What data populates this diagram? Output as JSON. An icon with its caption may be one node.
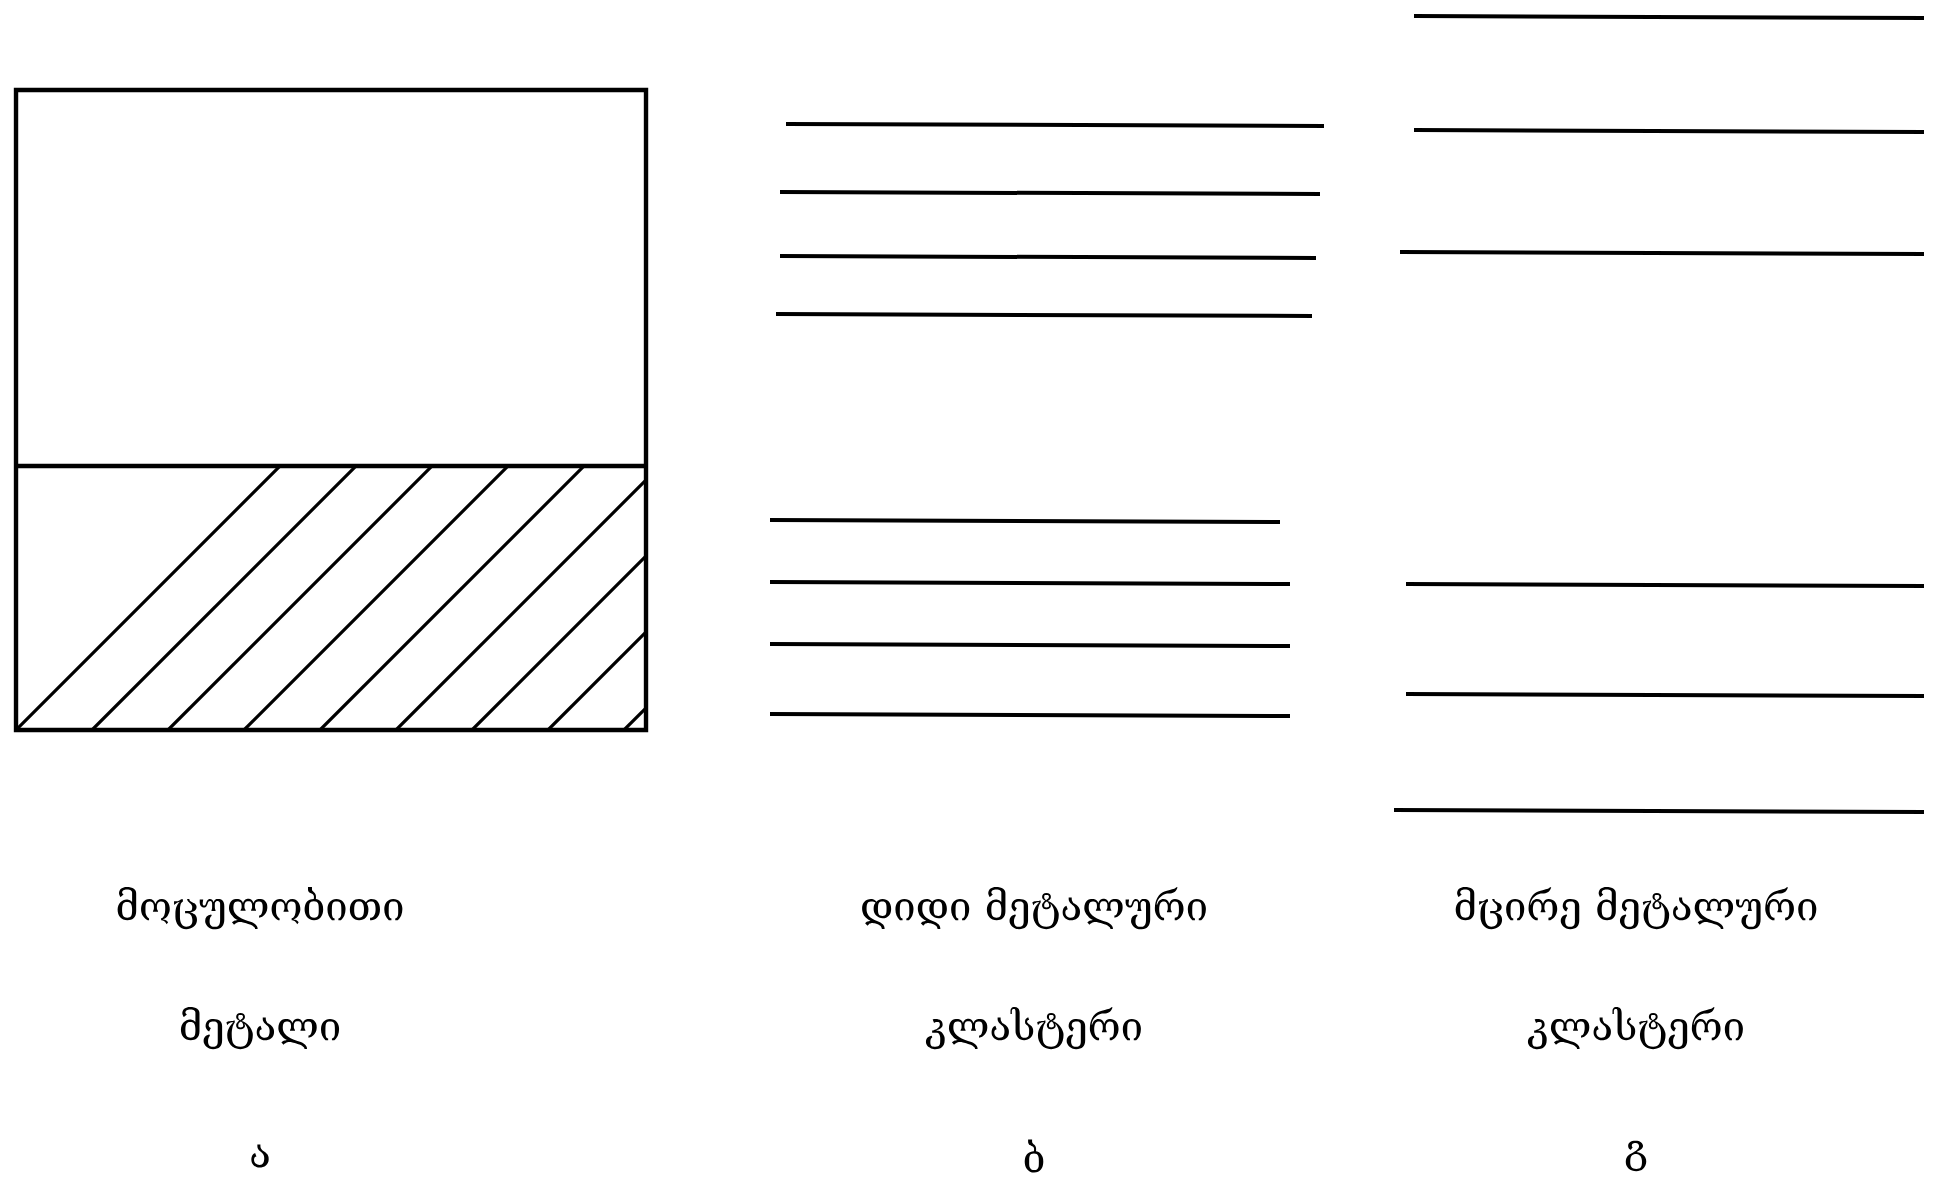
{
  "diagram": {
    "labels": [
      "მოცულობითი მეტალი",
      "დიდი მეტალური კლასტერი",
      "მცირე მეტალური კლასტერი",
      "ა",
      "ბ",
      "გ"
    ]
  }
}
